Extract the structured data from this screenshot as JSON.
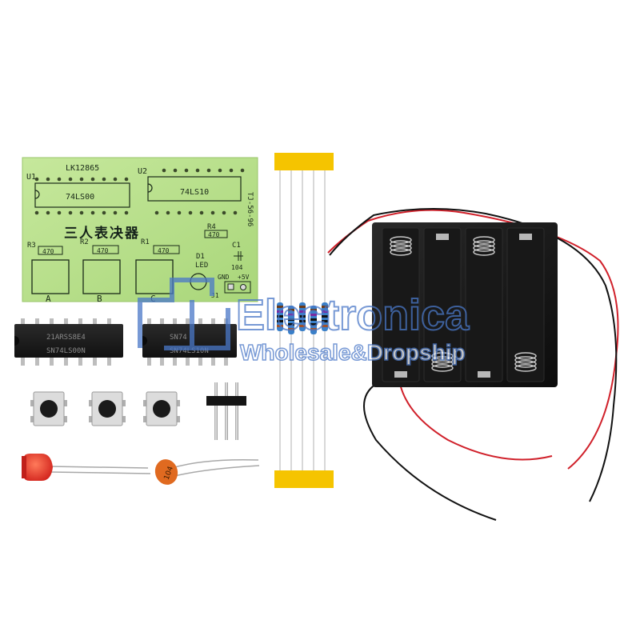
{
  "pcb": {
    "board_code": "LK12865",
    "u1": "U1",
    "u2": "U2",
    "ic1_label": "74LS00",
    "ic2_label": "74LS10",
    "side_code": "TJ-56-96",
    "title_cn": "三人表决器",
    "r1": "R1",
    "r2": "R2",
    "r3": "R3",
    "r4": "R4",
    "res_value": "470",
    "c1": "C1",
    "cap_value": "104",
    "d1": "D1",
    "led": "LED",
    "gnd": "GND",
    "vcc": "+5V",
    "j1": "J1",
    "btn_a": "A",
    "btn_b": "B",
    "btn_c": "C"
  },
  "chips": {
    "chip1_line1": "21ARSS8E4",
    "chip1_line2": "SN74LS00N",
    "chip2_line1": "SN74",
    "chip2_line2": "SN74LS10N"
  },
  "capacitor": {
    "marking": "104"
  },
  "watermark": {
    "title": "Electronica",
    "subtitle": "Wholesale&Dropship",
    "color": "#4a78c8"
  },
  "colors": {
    "pcb_green": "#b9e08c",
    "battery_black": "#1b1b1b",
    "wire_red": "#d0202a",
    "tape_yellow": "#f5c400"
  }
}
